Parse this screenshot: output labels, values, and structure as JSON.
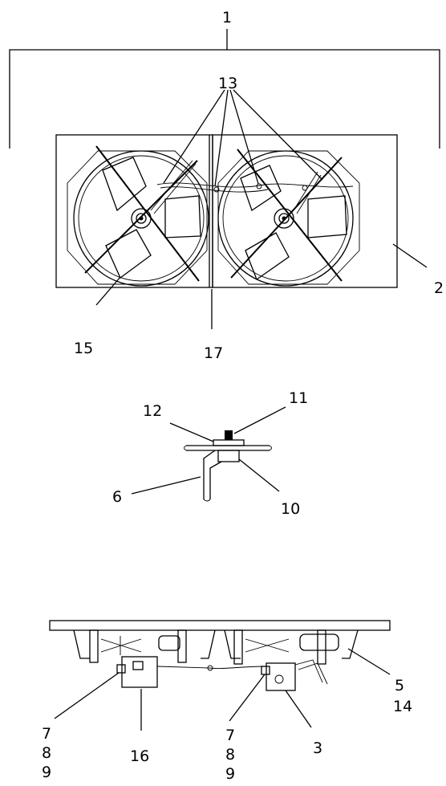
{
  "callouts": {
    "c1": "1",
    "c2": "2",
    "c3": "3",
    "c5": "5",
    "c6": "6",
    "c7a": "7",
    "c8a": "8",
    "c9a": "9",
    "c7b": "7",
    "c8b": "8",
    "c9b": "9",
    "c10": "10",
    "c11": "11",
    "c12": "12",
    "c13": "13",
    "c14": "14",
    "c15": "15",
    "c16": "16",
    "c17": "17"
  }
}
